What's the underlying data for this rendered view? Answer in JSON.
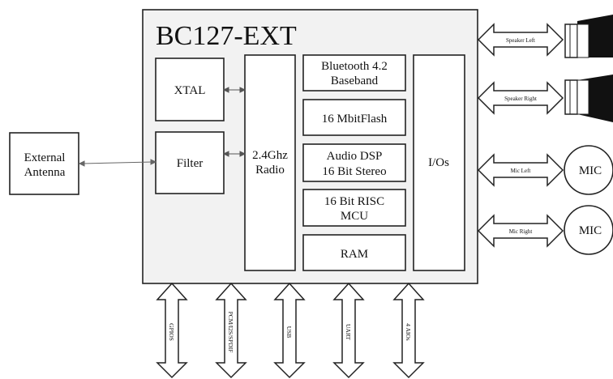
{
  "module": {
    "title": "BC127-EXT"
  },
  "blocks": {
    "xtal": "XTAL",
    "filter": "Filter",
    "radio_line1": "2.4Ghz",
    "radio_line2": "Radio",
    "bt_line1": "Bluetooth 4.2",
    "bt_line2": "Baseband",
    "flash": "16 MbitFlash",
    "dsp_line1": "Audio DSP",
    "dsp_line2": "16 Bit Stereo",
    "mcu_line1": "16 Bit RISC",
    "mcu_line2": "MCU",
    "ram": "RAM",
    "ios": "I/Os"
  },
  "external": {
    "antenna_line1": "External",
    "antenna_line2": "Antenna"
  },
  "right_ports": {
    "speaker_left": "Speaker Left",
    "speaker_right": "Speaker Right",
    "mic_left": "Mic Left",
    "mic_right": "Mic Right",
    "mic_label": "MIC"
  },
  "bottom_ports": {
    "gpios": "GPIOS",
    "pcm": "PCM/I2S/SPDIF",
    "usb": "USB",
    "uart": "UART",
    "aios": "4 AIOs"
  }
}
